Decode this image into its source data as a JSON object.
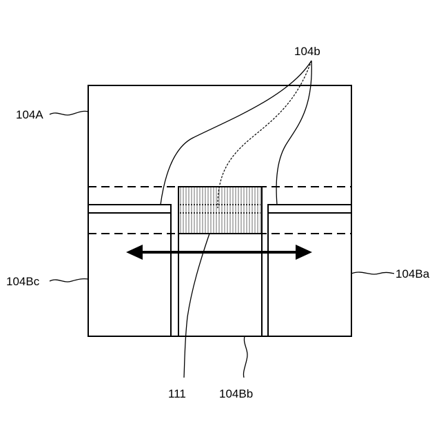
{
  "labels": {
    "top_member": "104A",
    "right_member": "104Ba",
    "center_member": "104Bb",
    "left_member": "104Bc",
    "region": "104b",
    "edge": "111"
  },
  "colors": {
    "stroke": "#000000",
    "background": "#ffffff",
    "hatch": "#7a7a7a"
  }
}
